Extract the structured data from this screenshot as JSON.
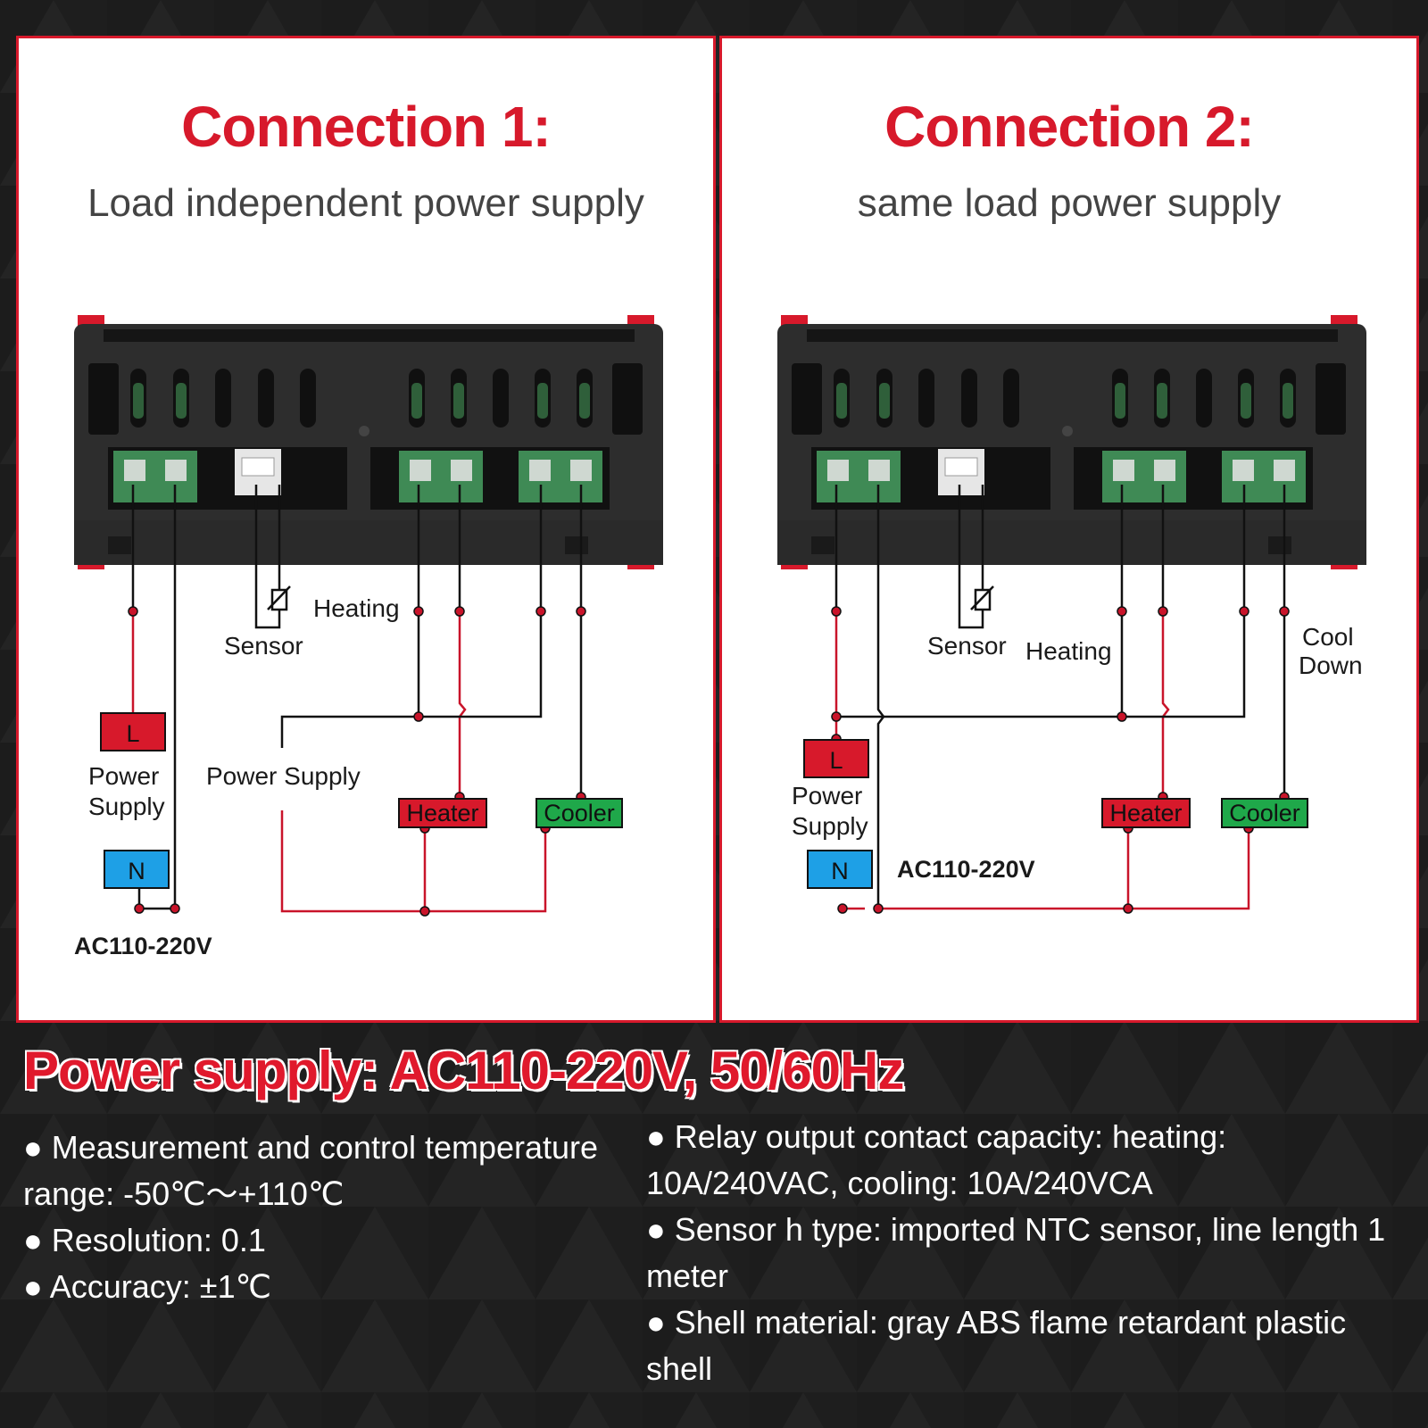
{
  "panels": [
    {
      "title": "Connection 1:",
      "subtitle": "Load independent power supply",
      "labels": {
        "sensor": "Sensor",
        "heating": "Heating",
        "power_supply_center": "Power Supply",
        "L": "L",
        "N": "N",
        "power_supply_left": [
          "Power",
          "Supply"
        ],
        "voltage": "AC110-220V",
        "heater": "Heater",
        "cooler": "Cooler"
      }
    },
    {
      "title": "Connection 2:",
      "subtitle": "same load power supply",
      "labels": {
        "sensor": "Sensor",
        "heating": "Heating",
        "cool_down": [
          "Cool",
          "Down"
        ],
        "L": "L",
        "N": "N",
        "power_supply_left": [
          "Power",
          "Supply"
        ],
        "voltage": "AC110-220V",
        "heater": "Heater",
        "cooler": "Cooler"
      }
    }
  ],
  "headline": "Power supply: AC110-220V, 50/60Hz",
  "specs_left": [
    "● Measurement and control temperature range: -50℃～+110℃",
    "● Resolution: 0.1",
    "● Accuracy: ±1℃"
  ],
  "specs_right": [
    "● Relay output contact capacity: heating: 10A/240VAC, cooling: 10A/240VCA",
    "● Sensor h type: imported NTC sensor, line length 1 meter",
    "● Shell material: gray ABS flame retardant plastic shell"
  ],
  "colors": {
    "accent_red": "#d7192b",
    "background": "#1c1c1c",
    "L_tag": "#d7192b",
    "N_tag": "#1ea0e6",
    "heater_tag": "#d7192b",
    "cooler_tag": "#1fa84a",
    "terminal_green": "#3f8a55"
  }
}
